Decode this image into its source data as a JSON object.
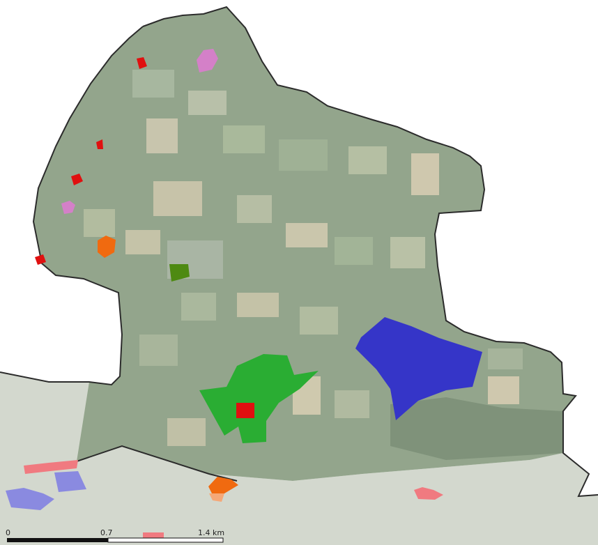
{
  "map": {
    "type": "aerial-imagery",
    "background_color": "#b9c1b3",
    "study_area_fill": "#93a58c",
    "study_area_outline": "#2b2b2b",
    "outside_area_fill": "#d6dbd2",
    "layers": [
      {
        "name": "blue-zone",
        "color": "#3535c8"
      },
      {
        "name": "green-zone",
        "color": "#2aad33"
      },
      {
        "name": "dark-green-zone",
        "color": "#4e8a12"
      },
      {
        "name": "red-zone",
        "color": "#e01010"
      },
      {
        "name": "orange-zone",
        "color": "#f06a10"
      },
      {
        "name": "pink-zone",
        "color": "#d480c8"
      },
      {
        "name": "faded-red-zone",
        "color": "#f07a80"
      },
      {
        "name": "faded-blue-zone",
        "color": "#8a8ae0"
      },
      {
        "name": "faded-orange-zone",
        "color": "#f5a878"
      }
    ]
  },
  "scale_bar": {
    "labels": [
      "0",
      "0.7",
      "1.4 km"
    ]
  }
}
